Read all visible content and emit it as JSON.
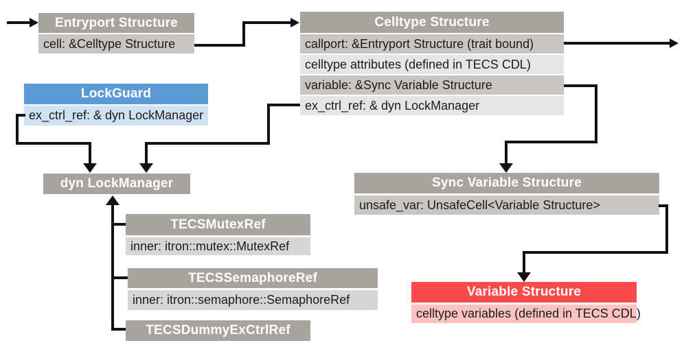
{
  "boxes": {
    "entryport": {
      "title": "Entryport Structure",
      "rows": [
        "cell: &Celltype Structure"
      ]
    },
    "celltype": {
      "title": "Celltype Structure",
      "rows": [
        "callport: &Entryport Structure (trait bound)",
        "celltype attributes (defined in TECS CDL)",
        "variable: &Sync Variable Structure",
        "ex_ctrl_ref: & dyn LockManager"
      ]
    },
    "lockguard": {
      "title": "LockGuard",
      "rows": [
        "ex_ctrl_ref: & dyn LockManager"
      ]
    },
    "dyn_lockmanager": {
      "title": "dyn LockManager"
    },
    "sync_variable": {
      "title": "Sync Variable Structure",
      "rows": [
        "unsafe_var: UnsafeCell<Variable Structure>"
      ]
    },
    "variable": {
      "title": "Variable Structure",
      "rows": [
        "celltype variables (defined in TECS CDL)"
      ]
    },
    "tecs_mutex": {
      "title": "TECSMutexRef",
      "rows": [
        "inner: itron::mutex::MutexRef"
      ]
    },
    "tecs_semaphore": {
      "title": "TECSSemaphoreRef",
      "rows": [
        "inner: itron::semaphore::SemaphoreRef"
      ]
    },
    "tecs_dummy": {
      "title": "TECSDummyExCtrlRef"
    }
  },
  "edges": [
    "external -> Entryport Structure",
    "Entryport Structure.cell -> Celltype Structure",
    "Celltype Structure.callport -> external",
    "Celltype Structure.variable -> Sync Variable Structure",
    "Celltype Structure.ex_ctrl_ref -> dyn LockManager",
    "LockGuard.ex_ctrl_ref -> dyn LockManager",
    "TECSMutexRef -> dyn LockManager",
    "TECSSemaphoreRef -> dyn LockManager",
    "TECSDummyExCtrlRef -> dyn LockManager",
    "Sync Variable Structure.unsafe_var -> Variable Structure"
  ],
  "colors": {
    "header_gray": "#a8a39d",
    "row_medium": "#c8c5c3",
    "row_light": "#e6e5e4",
    "row_mid": "#d8d6d4",
    "header_blue": "#5b9bd5",
    "row_blue": "#cfe1f3",
    "header_red": "#fb4a4a",
    "row_pink": "#fcc1c1",
    "arrow_black": "#111111"
  }
}
